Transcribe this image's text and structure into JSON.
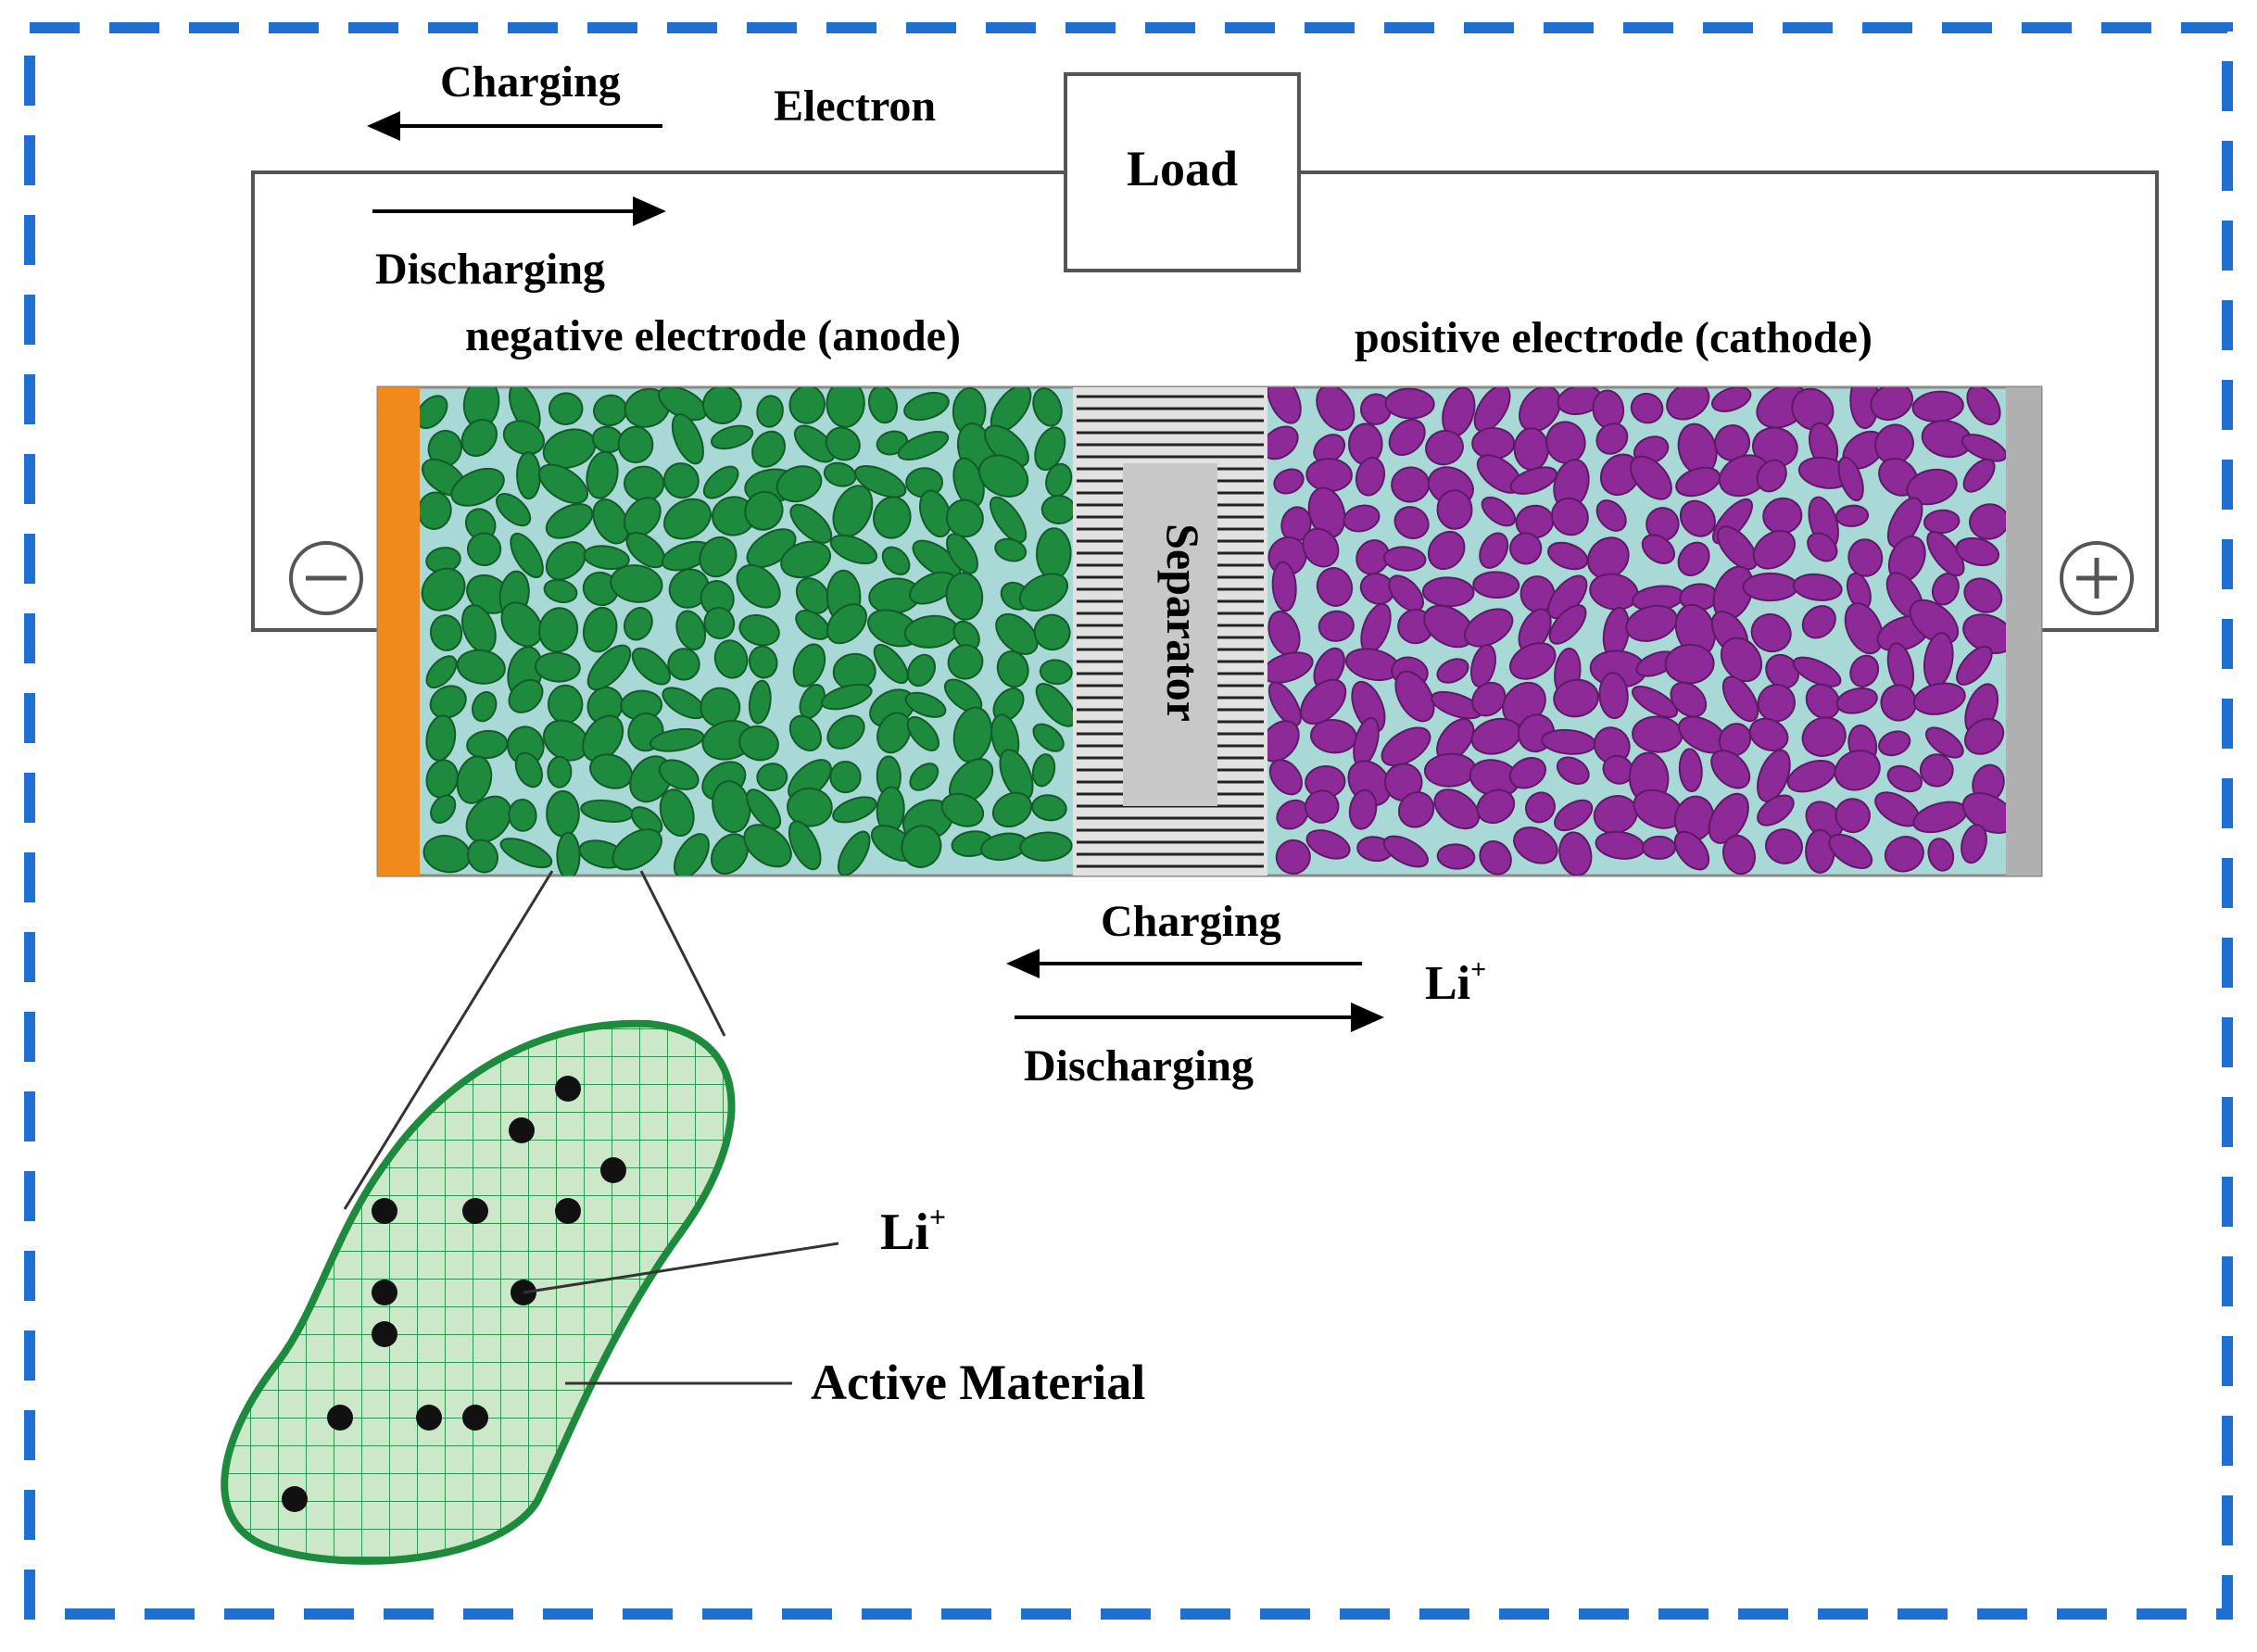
{
  "circuit": {
    "electron_label": "Electron",
    "load_label": "Load",
    "charging_label": "Charging",
    "discharging_label": "Discharging",
    "negative_terminal_symbol": "⊖",
    "positive_terminal_symbol": "⊕"
  },
  "electrodes": {
    "anode_label": "negative electrode (anode)",
    "cathode_label": "positive electrode (cathode)",
    "separator_label": "Separator"
  },
  "ion_flow": {
    "charging_label": "Charging",
    "discharging_label": "Discharging",
    "ion_label": "Li",
    "ion_superscript": "+"
  },
  "particle_detail": {
    "ion_label": "Li",
    "ion_superscript": "+",
    "active_material_label": "Active Material"
  },
  "colors": {
    "frame_dash": "#1f6fd1",
    "anode_particle": "#1e8a3e",
    "cathode_particle": "#8e2a98",
    "electrolyte": "#a9d9d6",
    "anode_collector": "#f08a1c",
    "cathode_collector": "#b0b0b0",
    "separator": "#c8c8c8"
  }
}
